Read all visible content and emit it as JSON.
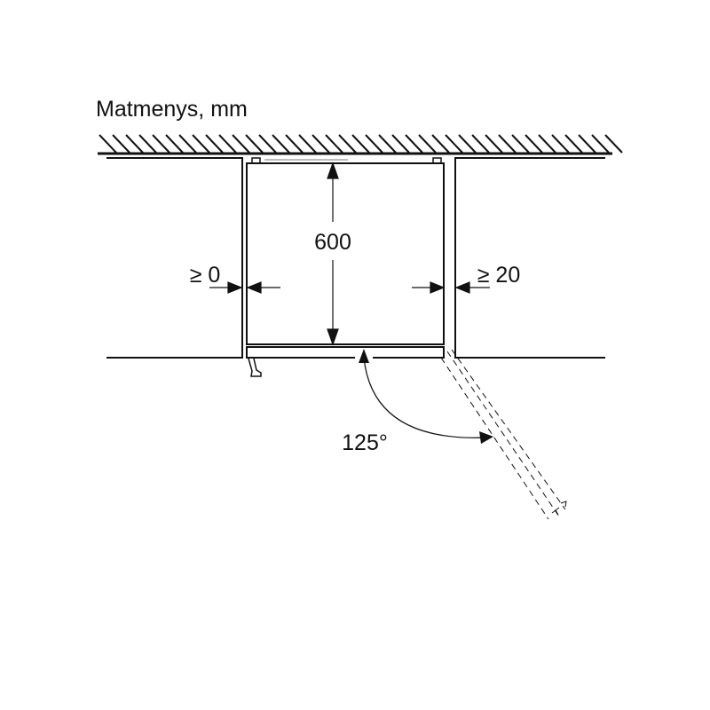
{
  "title": "Matmenys, mm",
  "dimensions": {
    "depth": "600",
    "left_gap": "≥ 0",
    "right_gap": "≥ 20",
    "door_angle": "125°"
  }
}
